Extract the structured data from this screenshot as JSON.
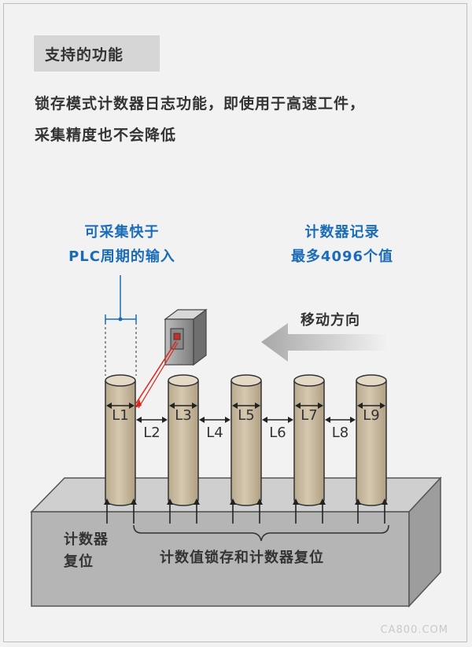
{
  "section": {
    "title": "支持的功能",
    "description_line1": "锁存模式计数器日志功能，即使用于高速工件，",
    "description_line2": "采集精度也不会降低"
  },
  "callouts": {
    "plc_line1": "可采集快于",
    "plc_line2": "PLC周期的输入",
    "counter_line1": "计数器记录",
    "counter_line2": "最多4096个值",
    "direction": "移动方向",
    "reset_line1": "计数器",
    "reset_line2": "复位",
    "latch_reset": "计数值锁存和计数器复位"
  },
  "pillars": [
    {
      "label": "L1"
    },
    {
      "label": "L3"
    },
    {
      "label": "L5"
    },
    {
      "label": "L7"
    },
    {
      "label": "L9"
    }
  ],
  "gaps": [
    {
      "label": "L2"
    },
    {
      "label": "L4"
    },
    {
      "label": "L6"
    },
    {
      "label": "L8"
    }
  ],
  "watermark": "CA800.COM",
  "colors": {
    "accent_blue": "#1a6cb8",
    "pillar_tan": "#cdbfa5",
    "base_gray": "#b5b5b5",
    "laser_red": "#d9261c"
  }
}
